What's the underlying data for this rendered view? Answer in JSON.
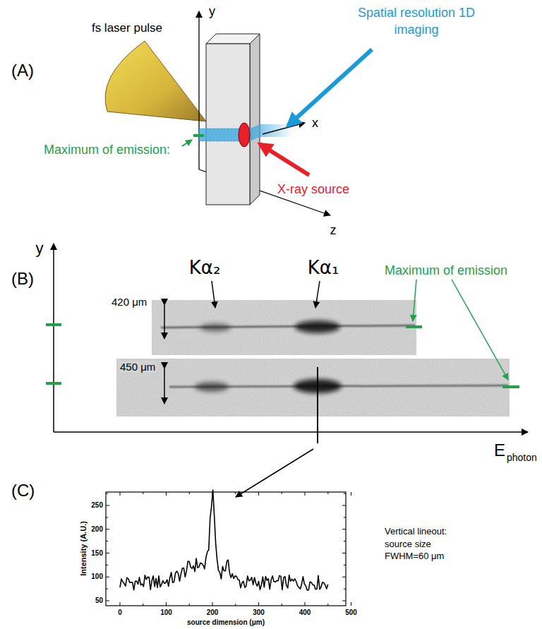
{
  "diagram": {
    "labels": [
      "(A)",
      "fs laser pulse",
      "y",
      "Spatial resolution 1D imaging",
      "x",
      "Maximum of emission:",
      "X-ray source",
      "z",
      "(B)",
      "y",
      "Kα₂",
      "Kα₁",
      "420 μm",
      "450 μm",
      "Maximum of emission",
      "E",
      "photon",
      "(C)",
      "Vertical lineout: source size FWHM=60 μm",
      "Intensity (A.U.)",
      "source dimension (μm)",
      "250",
      "200",
      "150",
      "100",
      "50",
      "0",
      "100",
      "200",
      "300",
      "400",
      "500"
    ]
  }
}
